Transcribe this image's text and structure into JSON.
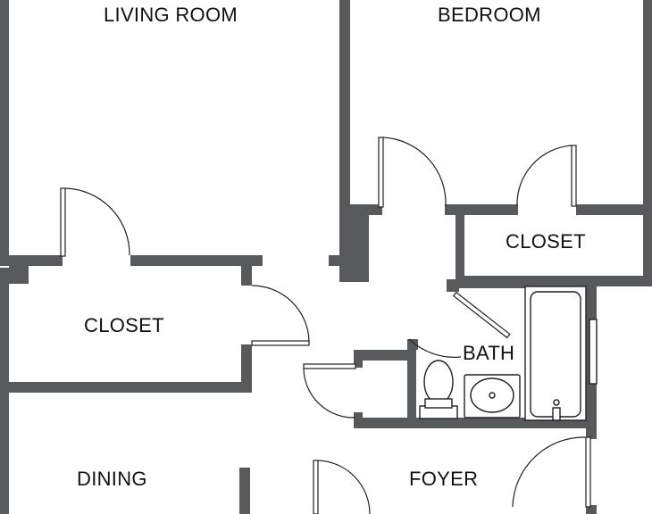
{
  "rooms": {
    "living_room": "LIVING ROOM",
    "bedroom": "BEDROOM",
    "bedroom_closet": "CLOSET",
    "hall_closet": "CLOSET",
    "bath": "BATH",
    "dining": "DINING",
    "foyer": "FOYER"
  },
  "colors": {
    "wall": "#58595b",
    "line": "#231f20",
    "background": "#ffffff"
  }
}
